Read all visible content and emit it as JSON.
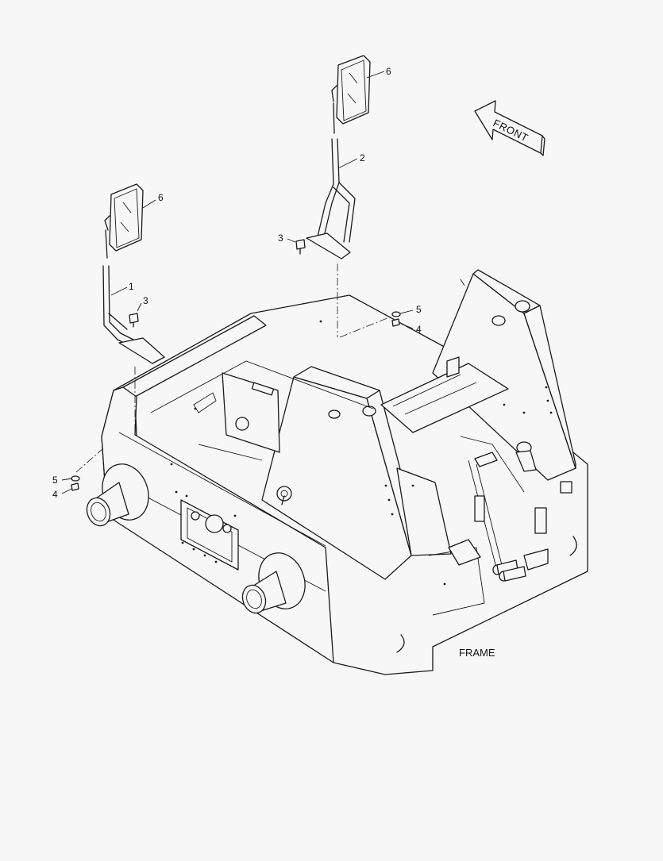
{
  "diagram": {
    "caption": "FRAME",
    "front_arrow_label": "FRONT",
    "callouts": [
      {
        "id": "left-mirror-head",
        "label": "6"
      },
      {
        "id": "right-mirror-head",
        "label": "6"
      },
      {
        "id": "left-mirror-bracket",
        "label": "1"
      },
      {
        "id": "right-mirror-bracket",
        "label": "2"
      },
      {
        "id": "left-bolt",
        "label": "3"
      },
      {
        "id": "right-bolt",
        "label": "3"
      },
      {
        "id": "right-washer",
        "label": "5"
      },
      {
        "id": "right-nut",
        "label": "4"
      },
      {
        "id": "left-washer",
        "label": "5"
      },
      {
        "id": "left-nut",
        "label": "4"
      }
    ]
  }
}
